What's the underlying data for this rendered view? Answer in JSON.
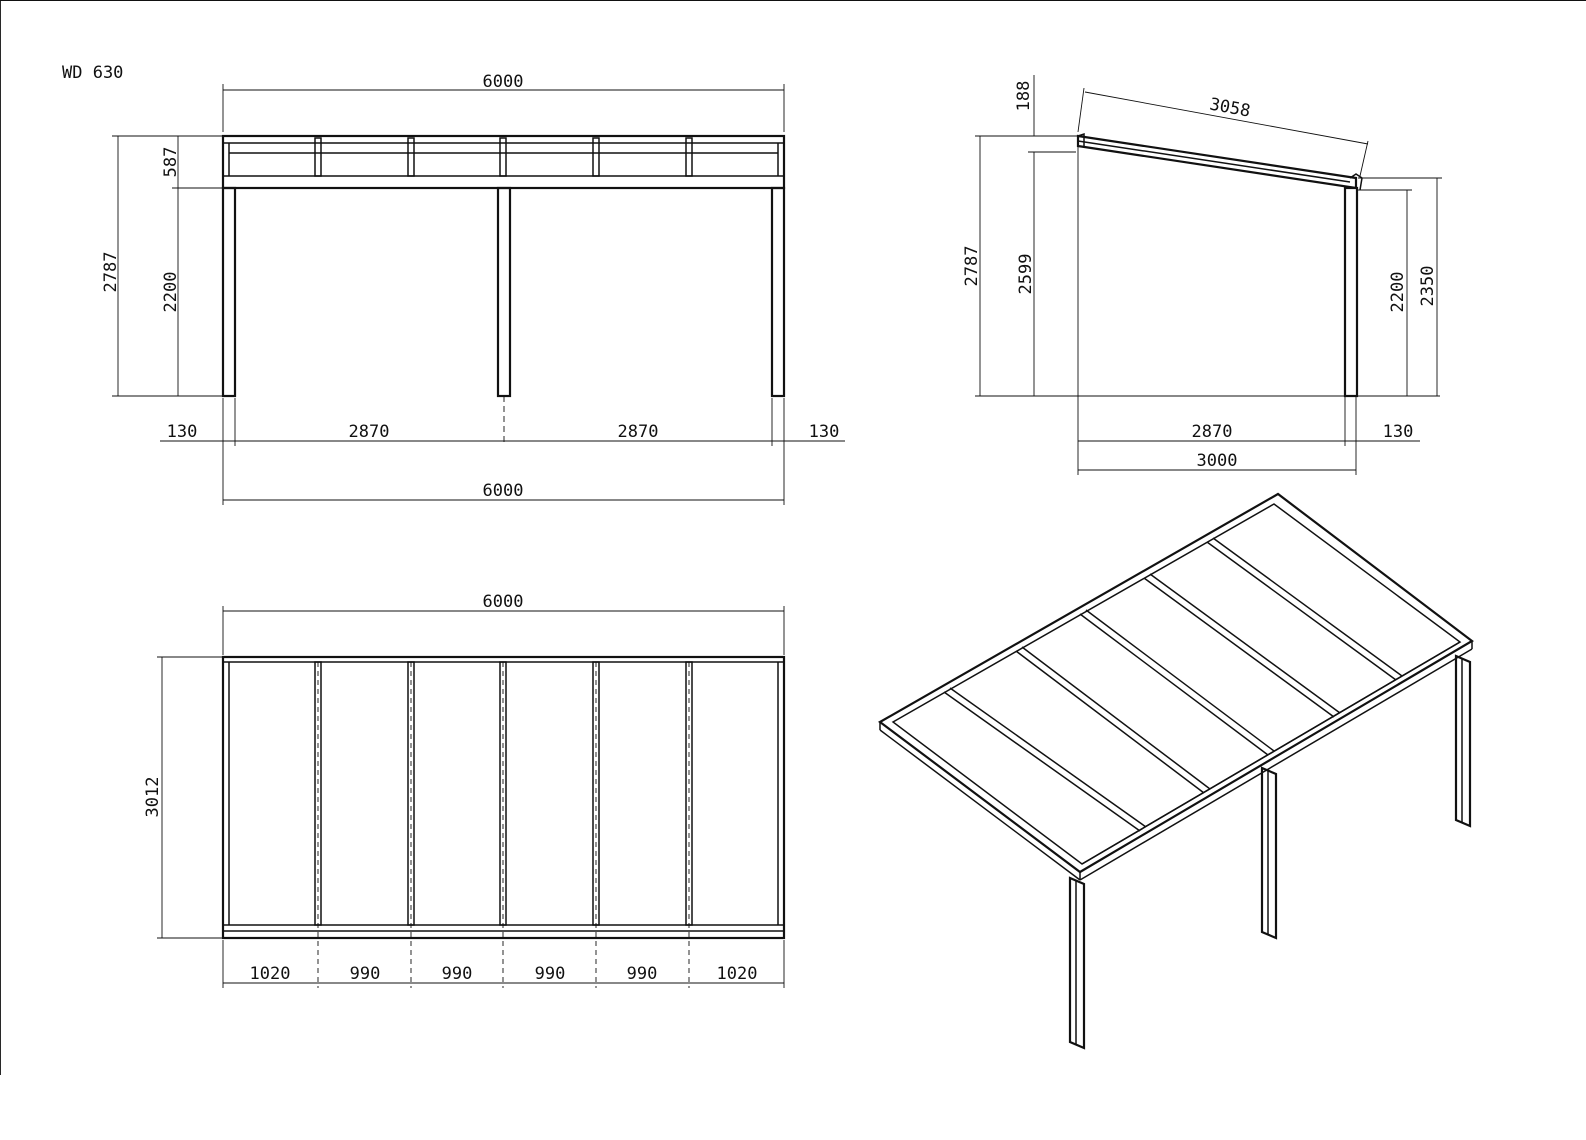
{
  "drawing": {
    "model": "WD 630",
    "colors": {
      "ink": "#111111",
      "paper": "#ffffff"
    }
  },
  "front_view": {
    "overall_width_top": "6000",
    "overall_width_bottom": "6000",
    "total_height": "2787",
    "roof_height": "587",
    "clear_height": "2200",
    "overhang_left": "130",
    "overhang_right": "130",
    "span_left": "2870",
    "span_right": "2870"
  },
  "side_view": {
    "rafter_length": "3058",
    "gutter_height": "188",
    "total_height": "2787",
    "wall_height": "2599",
    "post_height": "2200",
    "front_height": "2350",
    "depth_span": "2870",
    "overhang": "130",
    "overall_depth": "3000"
  },
  "top_view": {
    "overall_width": "6000",
    "depth": "3012",
    "bays": [
      "1020",
      "990",
      "990",
      "990",
      "990",
      "1020"
    ]
  }
}
